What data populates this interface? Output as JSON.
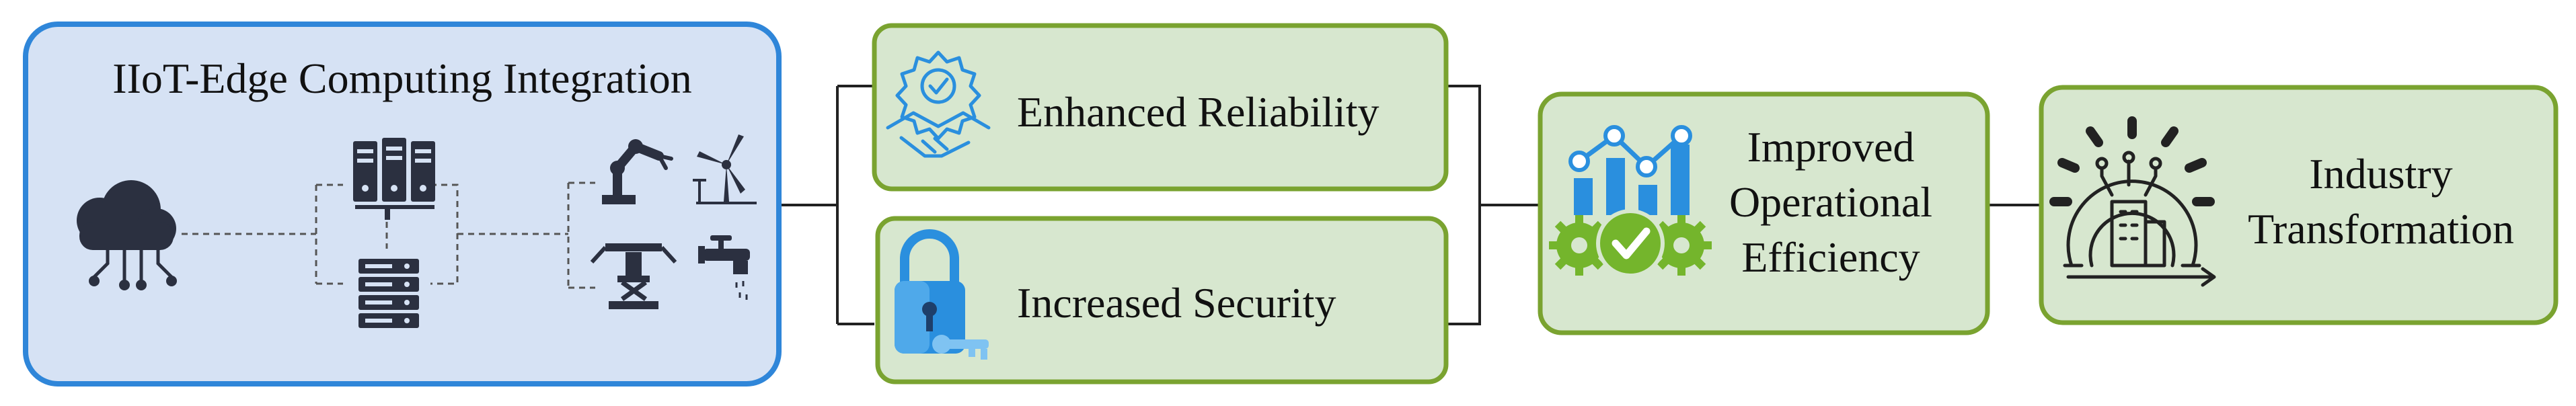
{
  "diagram": {
    "integration": {
      "title": "IIoT-Edge Computing Integration",
      "icons": [
        "cloud-network-icon",
        "server-rack-icon",
        "database-stack-icon",
        "robot-arm-icon",
        "wind-turbine-icon",
        "press-machine-icon",
        "water-faucet-icon"
      ]
    },
    "reliability": {
      "label": "Enhanced Reliability",
      "icon": "handshake-badge-icon"
    },
    "security": {
      "label": "Increased Security",
      "icon": "padlock-key-icon"
    },
    "efficiency": {
      "label_lines": [
        "Improved",
        "Operational",
        "Efficiency"
      ],
      "icon": "chart-gear-check-icon"
    },
    "transformation": {
      "label_lines": [
        "Industry",
        "Transformation"
      ],
      "icon": "gear-building-icon"
    },
    "colors": {
      "integration_fill": "#d6e2f4",
      "integration_border": "#2f86d9",
      "outcome_fill": "#d7e7cf",
      "outcome_border": "#7aa330",
      "icon_dark": "#2b3040",
      "icon_blue": "#2a8fde",
      "icon_green": "#74b52c",
      "connector": "#222222"
    }
  }
}
